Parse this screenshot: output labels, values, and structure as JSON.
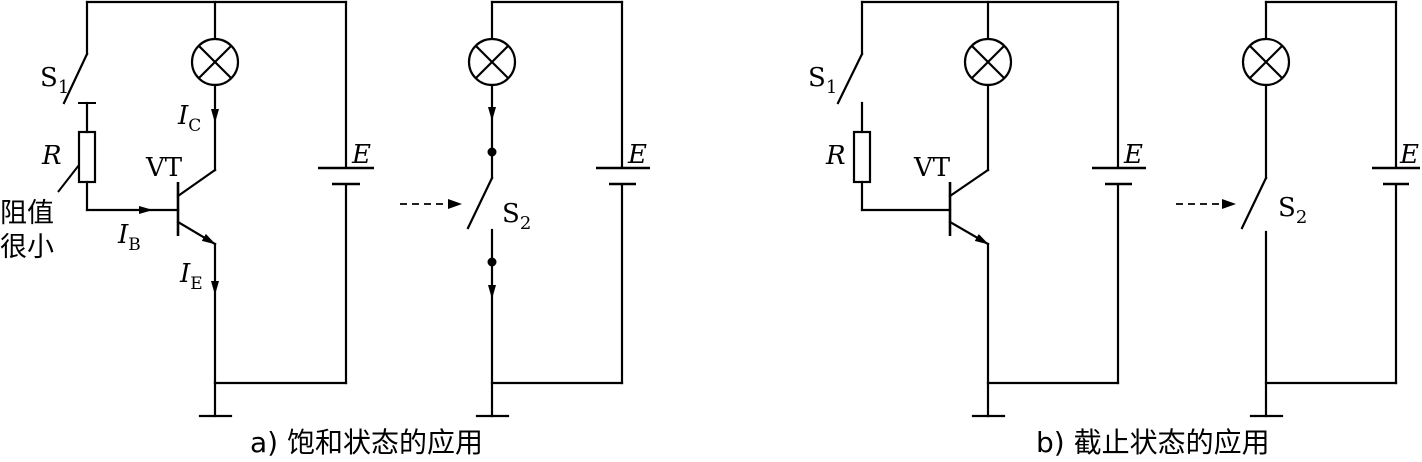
{
  "labels": {
    "s1": "S",
    "s1_sub": "1",
    "s2": "S",
    "s2_sub": "2",
    "r": "R",
    "vt": "VT",
    "e": "E",
    "ib": "I",
    "ib_sub": "B",
    "ic": "I",
    "ic_sub": "C",
    "ie": "I",
    "ie_sub": "E",
    "r_note_1": "阻值",
    "r_note_2": "很小"
  },
  "captions": {
    "a": "a) 饱和状态的应用",
    "b": "b) 截止状态的应用"
  }
}
